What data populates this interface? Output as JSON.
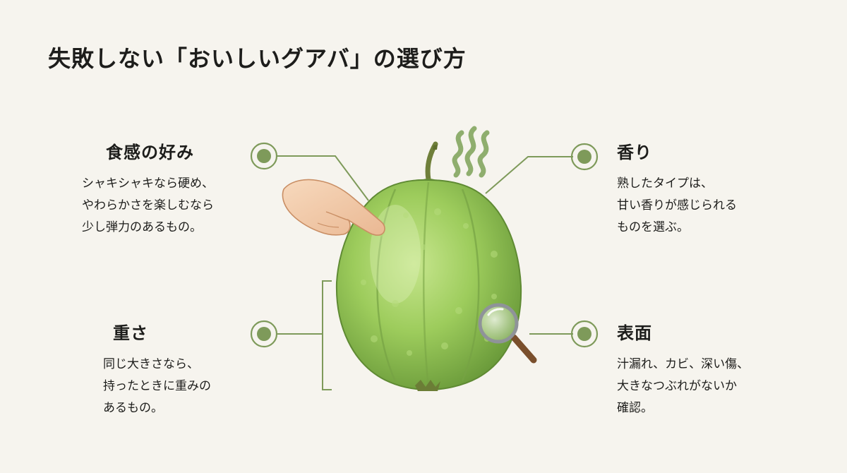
{
  "title": "失敗しない「おいしいグアバ」の選び方",
  "points": {
    "texture": {
      "heading": "食感の好み",
      "lines": [
        "シャキシャキなら硬め、",
        "やわらかさを楽しむなら",
        "少し弾力のあるもの。"
      ]
    },
    "weight": {
      "heading": "重さ",
      "lines": [
        "同じ大きさなら、",
        "持ったときに重みの",
        "あるもの。"
      ]
    },
    "aroma": {
      "heading": "香り",
      "lines": [
        "熟したタイプは、",
        "甘い香りが感じられる",
        "ものを選ぶ。"
      ]
    },
    "surface": {
      "heading": "表面",
      "lines": [
        "汁漏れ、カビ、深い傷、",
        "大きなつぶれがないか",
        "確認。"
      ]
    }
  },
  "colors": {
    "background": "#f6f4ee",
    "accent_green": "#7e9a5a",
    "guava_green": "#9ccc5e"
  },
  "icons": [
    "finger-pointing-icon",
    "aroma-waves-icon",
    "magnifier-icon"
  ]
}
